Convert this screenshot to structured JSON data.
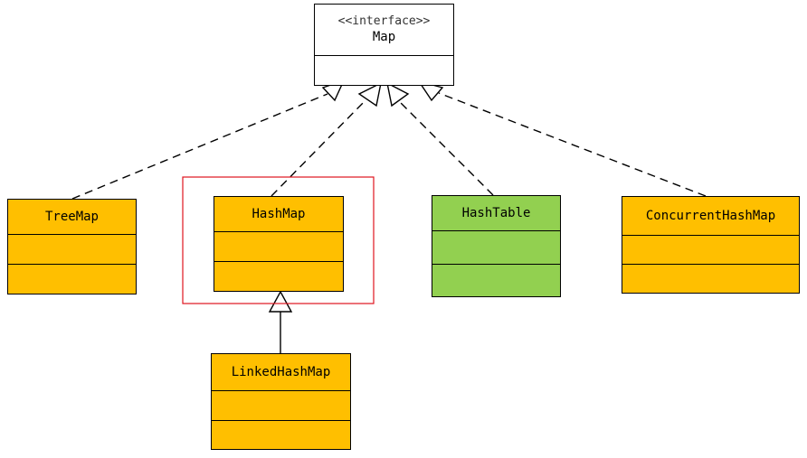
{
  "colors": {
    "interface_fill": "#ffffff",
    "class_fill": "#ffbf00",
    "hashtable_fill": "#92d050",
    "highlight_border": "#e0141e",
    "line": "#000000"
  },
  "classes": {
    "map": {
      "stereotype": "<<interface>>",
      "name": "Map"
    },
    "treemap": {
      "name": "TreeMap"
    },
    "hashmap": {
      "name": "HashMap"
    },
    "hashtable": {
      "name": "HashTable"
    },
    "concurrenthashmap": {
      "name": "ConcurrentHashMap"
    },
    "linkedhashmap": {
      "name": "LinkedHashMap"
    }
  }
}
